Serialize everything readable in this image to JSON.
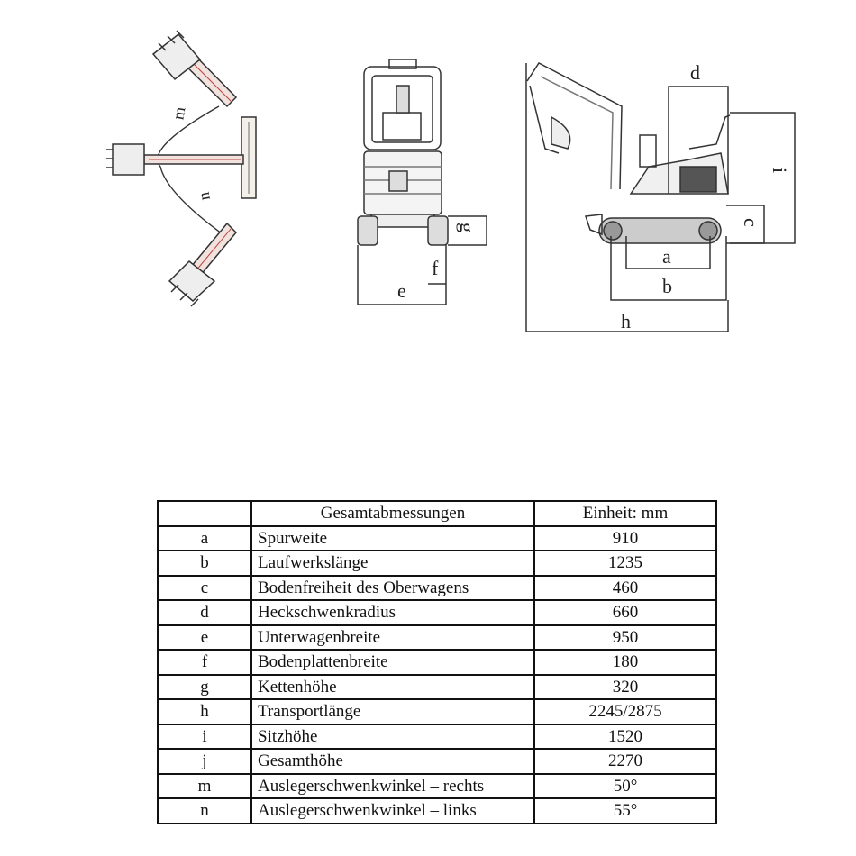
{
  "diagram": {
    "swing_view": {
      "labels": [
        "m",
        "n"
      ]
    },
    "front_view": {
      "labels": [
        "e",
        "f",
        "g"
      ]
    },
    "side_view": {
      "labels": [
        "a",
        "b",
        "c",
        "d",
        "h",
        "i"
      ]
    }
  },
  "table": {
    "headers": [
      "",
      "Gesamtabmessungen",
      "Einheit: mm"
    ],
    "rows": [
      {
        "key": "a",
        "name": "Spurweite",
        "value": "910"
      },
      {
        "key": "b",
        "name": "Laufwerkslänge",
        "value": "1235"
      },
      {
        "key": "c",
        "name": "Bodenfreiheit des Oberwagens",
        "value": "460"
      },
      {
        "key": "d",
        "name": "Heckschwenkradius",
        "value": "660"
      },
      {
        "key": "e",
        "name": "Unterwagenbreite",
        "value": "950"
      },
      {
        "key": "f",
        "name": "Bodenplattenbreite",
        "value": "180"
      },
      {
        "key": "g",
        "name": "Kettenhöhe",
        "value": "320"
      },
      {
        "key": "h",
        "name": "Transportlänge",
        "value": "2245/2875"
      },
      {
        "key": "i",
        "name": "Sitzhöhe",
        "value": "1520"
      },
      {
        "key": "j",
        "name": "Gesamthöhe",
        "value": "2270"
      },
      {
        "key": "m",
        "name": "Auslegerschwenkwinkel – rechts",
        "value": "50°"
      },
      {
        "key": "n",
        "name": "Auslegerschwenkwinkel – links",
        "value": "55°"
      }
    ]
  }
}
